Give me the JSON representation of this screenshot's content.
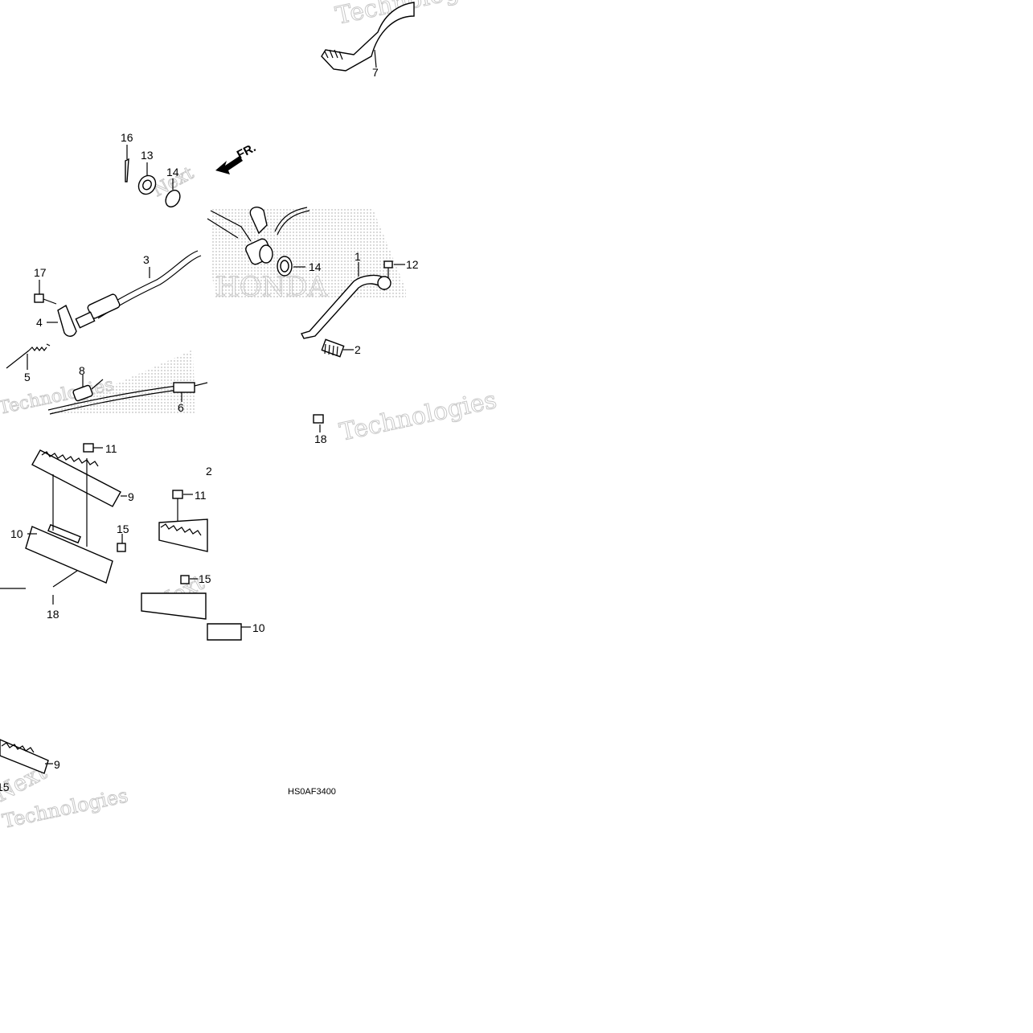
{
  "diagram": {
    "callouts": [
      "7",
      "16",
      "13",
      "14",
      "3",
      "17",
      "4",
      "5",
      "8",
      "6",
      "1",
      "12",
      "2",
      "18",
      "11",
      "9",
      "10",
      "15",
      "2"
    ],
    "direction_label": "FR.",
    "diagram_code": "HS0AF3400",
    "watermark": {
      "words": [
        "Next",
        "Technologies",
        "HONDA"
      ]
    }
  }
}
